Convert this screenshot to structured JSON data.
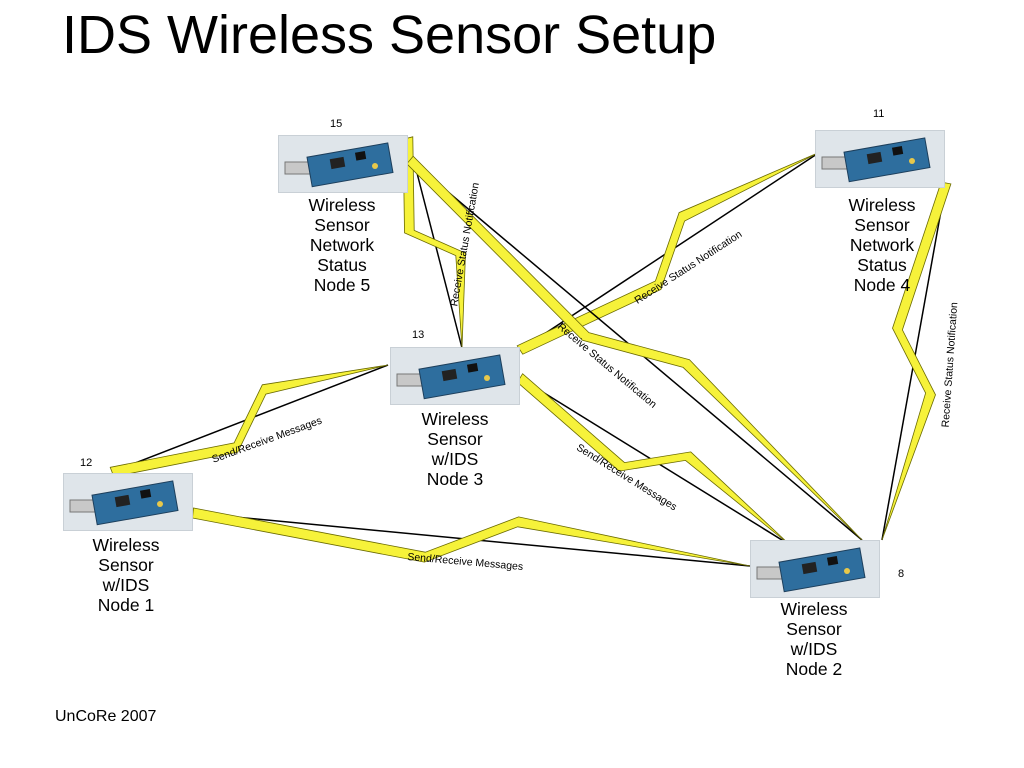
{
  "slide": {
    "title": "IDS Wireless Sensor Setup",
    "footer": "UnCoRe 2007"
  },
  "colors": {
    "bolt_fill": "#f6f23a",
    "bolt_stroke": "#6a6a00",
    "line": "#000000",
    "device_board": "#2e6e9e",
    "device_usb": "#c8c8c8"
  },
  "nodes": [
    {
      "id": "n15",
      "number": "15",
      "label": [
        "Wireless",
        "Sensor",
        "Network",
        "Status",
        "Node 5"
      ]
    },
    {
      "id": "n11",
      "number": "11",
      "label": [
        "Wireless",
        "Sensor",
        "Network",
        "Status",
        "Node 4"
      ]
    },
    {
      "id": "n13",
      "number": "13",
      "label": [
        "Wireless",
        "Sensor",
        "w/IDS",
        "Node 3"
      ]
    },
    {
      "id": "n12",
      "number": "12",
      "label": [
        "Wireless",
        "Sensor",
        "w/IDS",
        "Node 1"
      ]
    },
    {
      "id": "n8",
      "number": "8",
      "label": [
        "Wireless",
        "Sensor",
        "w/IDS",
        "Node 2"
      ]
    }
  ],
  "links": [
    {
      "from": "n15",
      "to": "n13",
      "label": "Receive Status Notification"
    },
    {
      "from": "n13",
      "to": "n11",
      "label": "Receive Status Notification"
    },
    {
      "from": "n15",
      "to": "n8",
      "label": "Receive Status Notification"
    },
    {
      "from": "n11",
      "to": "n8",
      "label": "Receive Status Notification"
    },
    {
      "from": "n12",
      "to": "n13",
      "label": "Send/Receive Messages"
    },
    {
      "from": "n13",
      "to": "n8",
      "label": "Send/Receive Messages"
    },
    {
      "from": "n12",
      "to": "n8",
      "label": "Send/Receive Messages"
    }
  ]
}
